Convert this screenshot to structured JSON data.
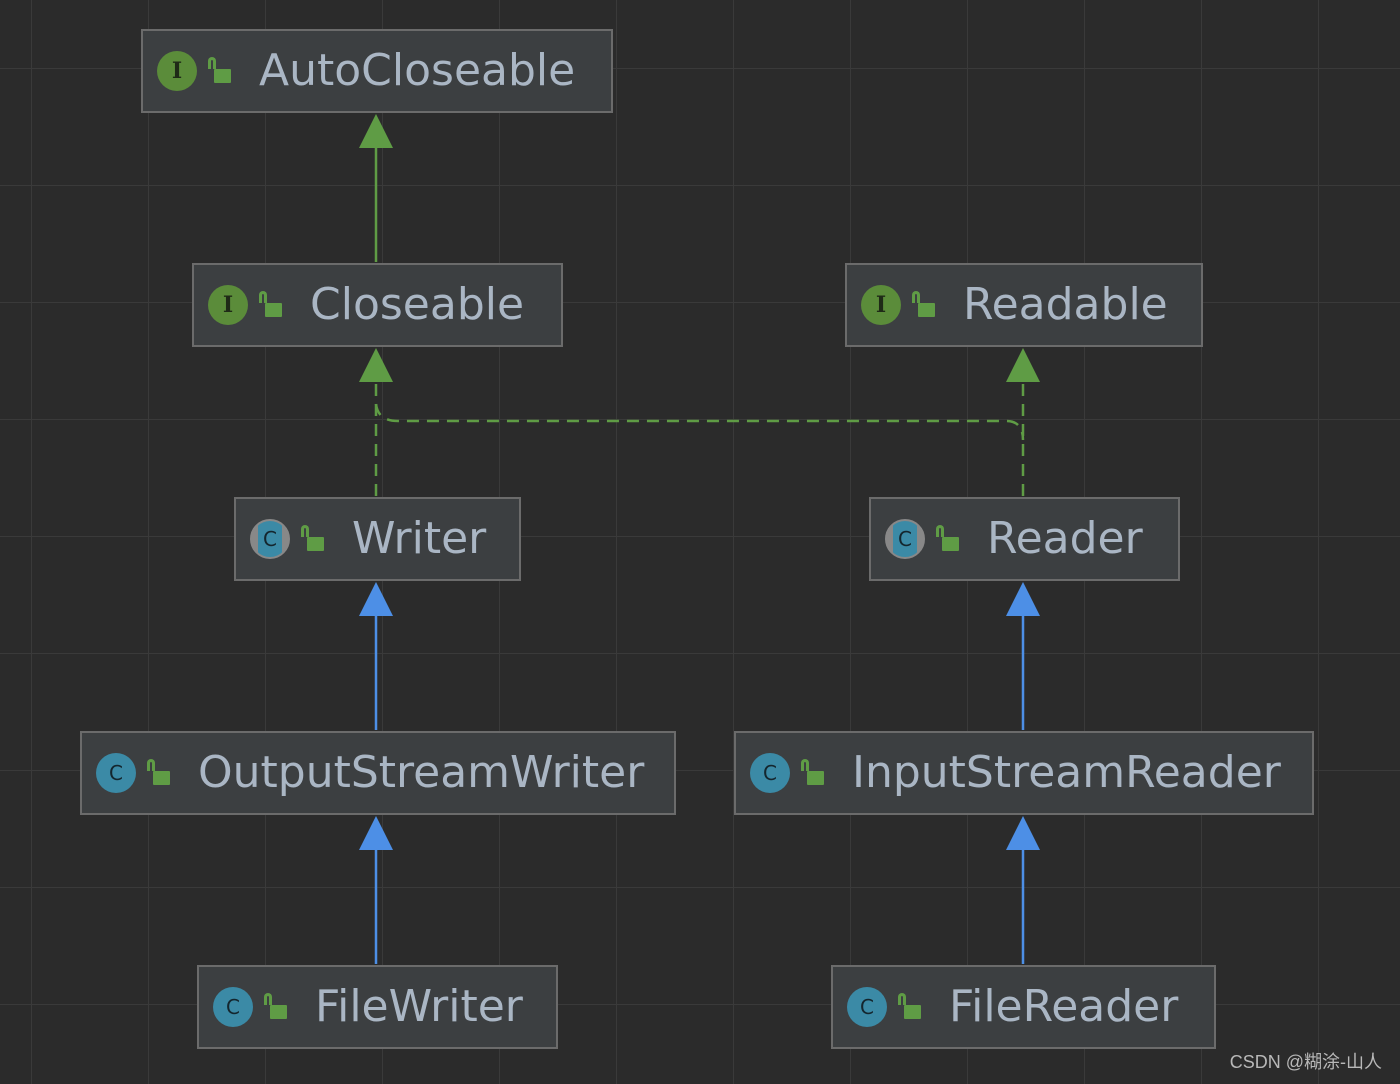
{
  "nodes": [
    {
      "id": "autocloseable",
      "label": "AutoCloseable",
      "kind": "interface",
      "kind_glyph": "I",
      "icon": "unlocked-padlock-icon"
    },
    {
      "id": "closeable",
      "label": "Closeable",
      "kind": "interface",
      "kind_glyph": "I",
      "icon": "unlocked-padlock-icon"
    },
    {
      "id": "readable",
      "label": "Readable",
      "kind": "interface",
      "kind_glyph": "I",
      "icon": "unlocked-padlock-icon"
    },
    {
      "id": "writer",
      "label": "Writer",
      "kind": "abstract-class",
      "kind_glyph": "C",
      "icon": "unlocked-padlock-icon"
    },
    {
      "id": "reader",
      "label": "Reader",
      "kind": "abstract-class",
      "kind_glyph": "C",
      "icon": "unlocked-padlock-icon"
    },
    {
      "id": "outputstreamwriter",
      "label": "OutputStreamWriter",
      "kind": "class",
      "kind_glyph": "C",
      "icon": "unlocked-padlock-icon"
    },
    {
      "id": "inputstreamreader",
      "label": "InputStreamReader",
      "kind": "class",
      "kind_glyph": "C",
      "icon": "unlocked-padlock-icon"
    },
    {
      "id": "filewriter",
      "label": "FileWriter",
      "kind": "class",
      "kind_glyph": "C",
      "icon": "unlocked-padlock-icon"
    },
    {
      "id": "filereader",
      "label": "FileReader",
      "kind": "class",
      "kind_glyph": "C",
      "icon": "unlocked-padlock-icon"
    }
  ],
  "edges": [
    {
      "from": "closeable",
      "to": "autocloseable",
      "type": "extends-interface"
    },
    {
      "from": "writer",
      "to": "closeable",
      "type": "implements"
    },
    {
      "from": "reader",
      "to": "closeable",
      "type": "implements"
    },
    {
      "from": "reader",
      "to": "readable",
      "type": "implements"
    },
    {
      "from": "outputstreamwriter",
      "to": "writer",
      "type": "extends"
    },
    {
      "from": "filewriter",
      "to": "outputstreamwriter",
      "type": "extends"
    },
    {
      "from": "inputstreamreader",
      "to": "reader",
      "type": "extends"
    },
    {
      "from": "filereader",
      "to": "inputstreamreader",
      "type": "extends"
    }
  ],
  "colors": {
    "background": "#2b2b2b",
    "interface_edge": "#5f9c45",
    "class_edge": "#4d8fe6",
    "interface_badge": "#5b8c3a",
    "class_badge": "#3b8aa6",
    "label_text": "#aab6c4"
  },
  "watermark": "CSDN @糊涂-山人"
}
